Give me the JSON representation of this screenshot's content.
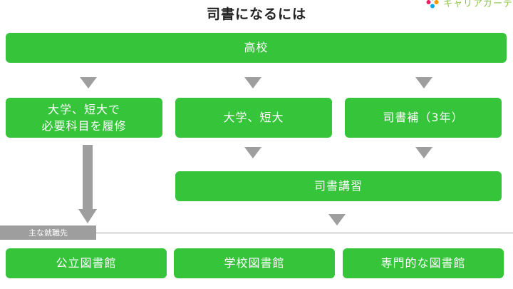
{
  "title": "司書になるには",
  "brand": {
    "text": "キャリアガーデン"
  },
  "nodes": {
    "high_school": "高校",
    "univ_with_courses_line1": "大学、短大で",
    "univ_with_courses_line2": "必要科目を履修",
    "univ": "大学、短大",
    "assistant_librarian": "司書補（3年）",
    "librarian_course": "司書講習"
  },
  "career_label": "主な就職先",
  "careers": [
    "公立図書館",
    "学校図書館",
    "専門的な図書館"
  ]
}
